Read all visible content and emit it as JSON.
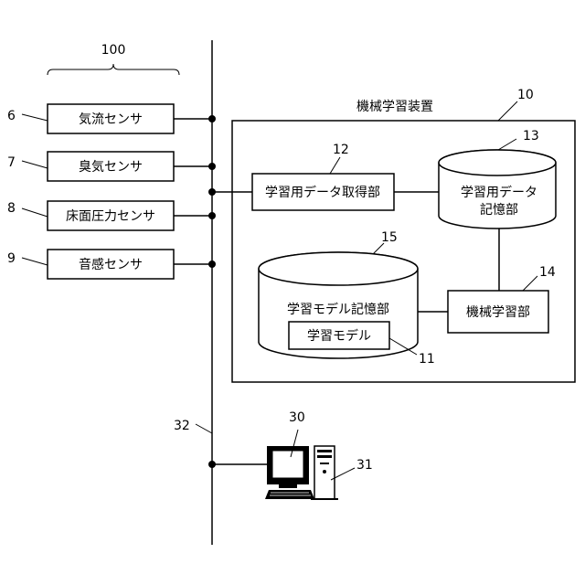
{
  "group_label": "100",
  "bus_label": "32",
  "sensors": [
    {
      "ref": "6",
      "label": "気流センサ"
    },
    {
      "ref": "7",
      "label": "臭気センサ"
    },
    {
      "ref": "8",
      "label": "床面圧力センサ"
    },
    {
      "ref": "9",
      "label": "音感センサ"
    }
  ],
  "device": {
    "ref": "10",
    "label": "機械学習装置"
  },
  "acquisition": {
    "ref": "12",
    "label": "学習用データ取得部"
  },
  "data_storage": {
    "ref": "13",
    "label_line1": "学習用データ",
    "label_line2": "記憶部"
  },
  "learning_unit": {
    "ref": "14",
    "label": "機械学習部"
  },
  "model_storage": {
    "ref": "15",
    "label": "学習モデル記憶部"
  },
  "model": {
    "ref": "11",
    "label": "学習モデル"
  },
  "computer": {
    "monitor_ref": "30",
    "tower_ref": "31"
  }
}
